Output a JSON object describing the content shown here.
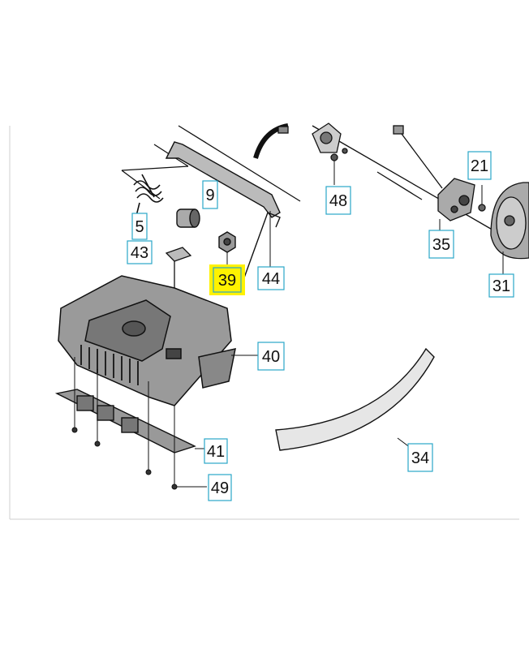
{
  "colors": {
    "callout_border": "#2aa7c9",
    "highlight": "#fff200",
    "line": "#111111",
    "frame": "#cccccc"
  },
  "callouts": [
    {
      "id": "c9",
      "label": "9"
    },
    {
      "id": "c5",
      "label": "5"
    },
    {
      "id": "c43",
      "label": "43"
    },
    {
      "id": "c39",
      "label": "39",
      "highlighted": true
    },
    {
      "id": "c44",
      "label": "44"
    },
    {
      "id": "c48",
      "label": "48"
    },
    {
      "id": "c21",
      "label": "21"
    },
    {
      "id": "c35",
      "label": "35"
    },
    {
      "id": "c31",
      "label": "31"
    },
    {
      "id": "c40",
      "label": "40"
    },
    {
      "id": "c34",
      "label": "34"
    },
    {
      "id": "c41",
      "label": "41"
    },
    {
      "id": "c49",
      "label": "49"
    }
  ]
}
